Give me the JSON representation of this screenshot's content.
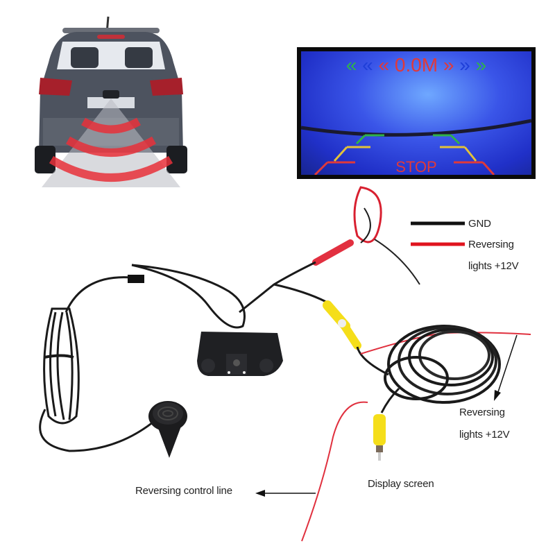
{
  "legend": {
    "items": [
      {
        "label": "GND",
        "color": "#111111"
      },
      {
        "label": "Reversing",
        "label2": "lights +12V",
        "color": "#e0141e"
      }
    ]
  },
  "monitor": {
    "distance_text": "0.0M",
    "left_arrows": [
      "«",
      "«",
      "«"
    ],
    "right_arrows": [
      "»",
      "»",
      "»"
    ],
    "arrow_colors": [
      "#2fb34a",
      "#1f3fd8",
      "#e0393a"
    ],
    "stop_text": "STOP",
    "guide_colors": [
      "#2fb34a",
      "#e2c23a",
      "#e0393a"
    ]
  },
  "annotations": {
    "right_power_line1": "Reversing",
    "right_power_line2": "lights +12V",
    "display_screen": "Display screen",
    "control_line": "Reversing control line"
  },
  "car": {
    "signal_color": "#e8303a"
  }
}
